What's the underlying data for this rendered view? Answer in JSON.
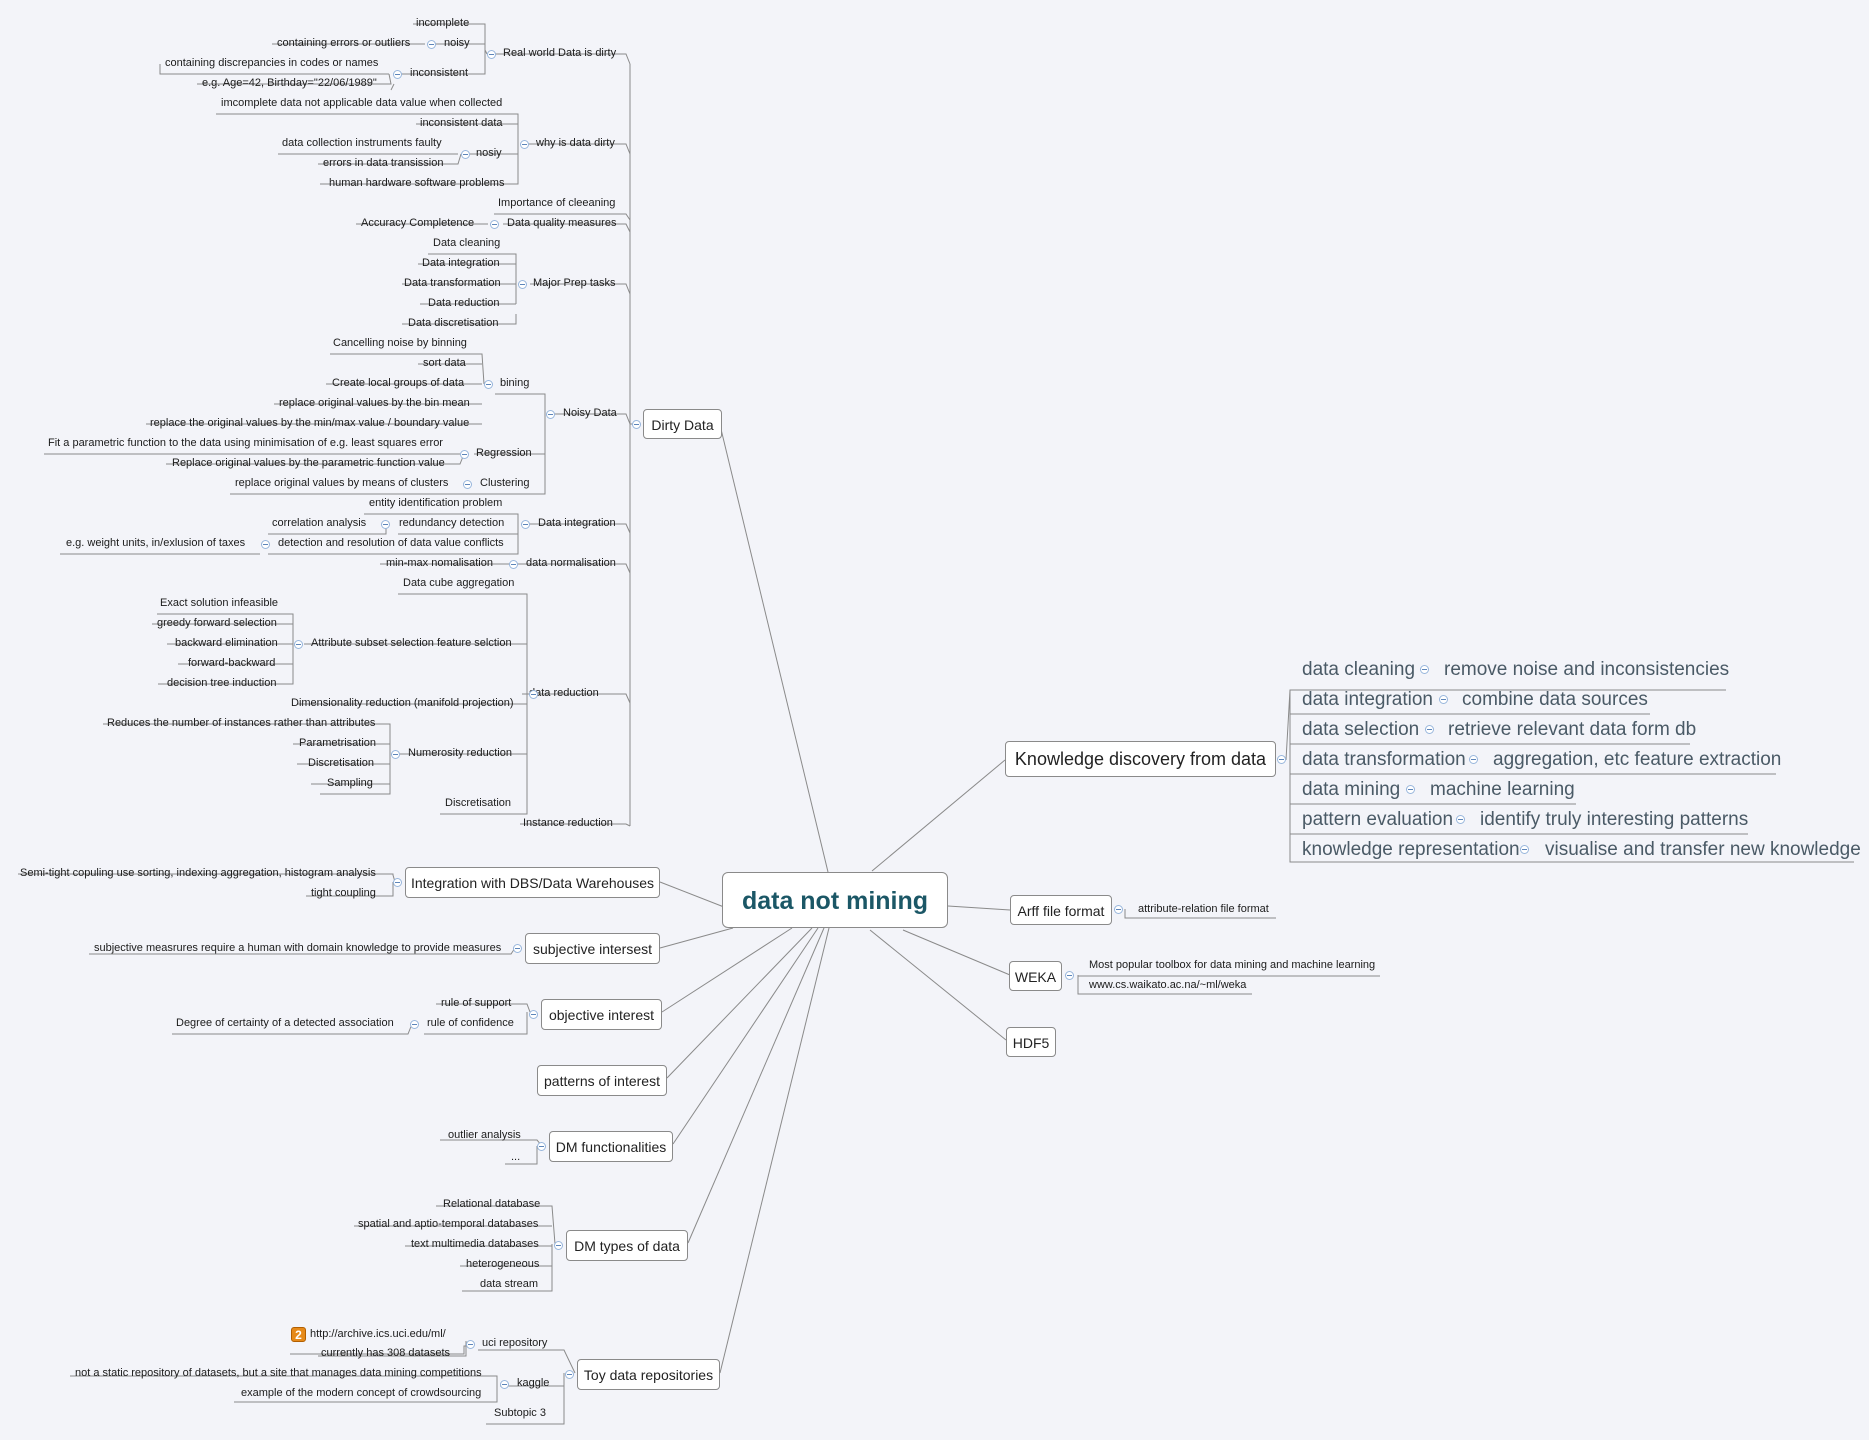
{
  "root": "data not mining",
  "dirty": {
    "label": "Dirty Data",
    "real_world": {
      "label": "Real world Data is dirty",
      "incomplete": "incomplete",
      "noisy": "noisy",
      "noisy_child": "containing errors or outliers",
      "inconsistent": "inconsistent",
      "inconsistent_children": [
        "containing discrepancies in codes or names",
        "e.g. Age=42, Birthday=\"22/06/1989\""
      ]
    },
    "why": {
      "label": "why is data dirty",
      "items": [
        "imcomplete data not applicable data value when collected",
        "inconsistent data"
      ],
      "nosiy": "nosiy",
      "nosiy_children": [
        "data collection instruments faulty",
        "errors in data transission"
      ],
      "last": "human hardware software problems"
    },
    "importance": "Importance of cleeaning",
    "quality": {
      "label": "Data quality measures",
      "child": "Accuracy Completence"
    },
    "major": {
      "label": "Major Prep tasks",
      "items": [
        "Data cleaning",
        "Data integration",
        "Data transformation",
        "Data reduction",
        "Data discretisation"
      ]
    },
    "noisy_data": {
      "label": "Noisy Data",
      "bining": "bining",
      "bining_children": [
        "Cancelling noise by binning",
        "sort data",
        "Create local groups of data",
        "replace original values by the bin mean",
        "replace the original values by the min/max value / boundary value"
      ],
      "regression": "Regression",
      "regression_children": [
        "Fit a parametric function to the data using minimisation of e.g. least squares error",
        "Replace original values by the parametric function value"
      ],
      "clustering": "Clustering",
      "clustering_child": "replace original values by means of clusters"
    },
    "integration": {
      "label": "Data integration",
      "entity": "entity identification problem",
      "redundancy": "redundancy detection",
      "redundancy_child": "correlation analysis",
      "conflicts": "detection and resolution of data value conflicts",
      "conflicts_child": "e.g. weight units, in/exlusion of taxes"
    },
    "normalisation": {
      "label": "data normalisation",
      "child": "min-max nomalisation"
    },
    "reduction": {
      "label": "data reduction",
      "cube": "Data cube aggregation",
      "subset": "Attribute subset selection feature selction",
      "subset_children": [
        "Exact solution infeasible",
        "greedy forward selection",
        "backward elimination",
        "forward-backward",
        "decision tree induction"
      ],
      "dimensionality": "Dimensionality reduction (manifold projection)",
      "numerosity": "Numerosity reduction",
      "numerosity_children": [
        "Reduces the number of instances rather than attributes",
        "Parametrisation",
        "Discretisation",
        "Sampling"
      ],
      "discretisation": "Discretisation"
    },
    "instance": "Instance reduction"
  },
  "integration_dbs": {
    "label": "Integration with DBS/Data Warehouses",
    "children": [
      "Semi-tight copuling use sorting, indexing aggregation, histogram analysis",
      "tight coupling"
    ]
  },
  "subjective": {
    "label": "subjective intersest",
    "child": "subjective measrures require a human with domain knowledge to provide measures"
  },
  "objective": {
    "label": "objective interest",
    "support": "rule of support",
    "confidence": "rule of confidence",
    "confidence_child": "Degree of certainty of a detected association"
  },
  "patterns": {
    "label": "patterns of interest"
  },
  "functionalities": {
    "label": "DM functionalities",
    "children": [
      "outlier analysis",
      "..."
    ]
  },
  "types": {
    "label": "DM types of data",
    "children": [
      "Relational database",
      "spatial and aptio-temporal databases",
      "text multimedia databases",
      "heterogeneous",
      "data stream"
    ]
  },
  "toy": {
    "label": "Toy data repositories",
    "uci": "uci repository",
    "uci_children": [
      "http://archive.ics.uci.edu/ml/",
      "currently has 308 datasets"
    ],
    "uci_marker": "2",
    "kaggle": "kaggle",
    "kaggle_children": [
      "not a static repository of datasets, but a site that manages data mining competitions",
      "example of the modern concept of crowdsourcing"
    ],
    "subtopic": "Subtopic 3"
  },
  "kdd": {
    "label": "Knowledge discovery from data",
    "steps": [
      {
        "label": "data cleaning",
        "detail": "remove noise and inconsistencies"
      },
      {
        "label": "data integration",
        "detail": "combine data sources"
      },
      {
        "label": "data selection",
        "detail": "retrieve relevant data form db"
      },
      {
        "label": "data transformation",
        "detail": "aggregation, etc feature extraction"
      },
      {
        "label": "data mining",
        "detail": "machine learning"
      },
      {
        "label": "pattern evaluation",
        "detail": "identify truly interesting patterns"
      },
      {
        "label": "knowledge representation",
        "detail": "visualise and transfer new knowledge"
      }
    ]
  },
  "arff": {
    "label": "Arff file format",
    "child": "attribute-relation file format"
  },
  "weka": {
    "label": "WEKA",
    "children": [
      "Most popular toolbox for data mining and machine learning",
      "www.cs.waikato.ac.na/~ml/weka"
    ]
  },
  "hdf5": {
    "label": "HDF5"
  }
}
